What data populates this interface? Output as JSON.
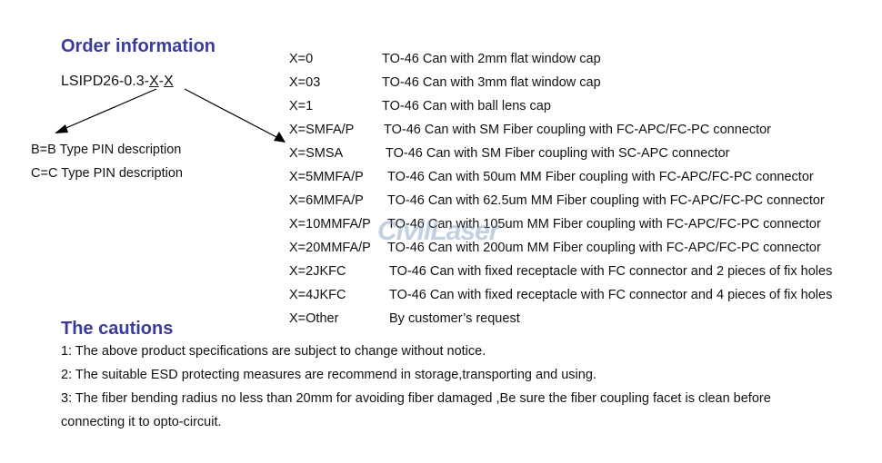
{
  "order": {
    "title": "Order information",
    "part_prefix": "LSIPD26-0.3-",
    "part_x1": "X",
    "part_sep": "-",
    "part_x2": "X",
    "types": [
      "B=B Type PIN description",
      "C=C Type PIN description"
    ],
    "options": [
      {
        "code": "X=0",
        "desc": "TO-46 Can with 2mm flat window cap"
      },
      {
        "code": "X=03",
        "desc": "TO-46 Can with 3mm flat window cap"
      },
      {
        "code": "X=1",
        "desc": "TO-46 Can with ball lens cap"
      },
      {
        "code": "X=SMFA/P",
        "desc": "TO-46 Can with SM Fiber coupling with FC-APC/FC-PC connector"
      },
      {
        "code": "X=SMSA",
        "desc": "TO-46 Can with SM Fiber coupling with SC-APC connector"
      },
      {
        "code": "X=5MMFA/P",
        "desc": "TO-46 Can with 50um MM Fiber coupling with FC-APC/FC-PC connector"
      },
      {
        "code": "X=6MMFA/P",
        "desc": "TO-46 Can with 62.5um MM Fiber coupling with FC-APC/FC-PC connector"
      },
      {
        "code": "X=10MMFA/P",
        "desc": "TO-46 Can with 105um MM Fiber coupling with FC-APC/FC-PC connector"
      },
      {
        "code": "X=20MMFA/P",
        "desc": "TO-46 Can with 200um MM Fiber coupling with FC-APC/FC-PC connector"
      },
      {
        "code": "X=2JKFC",
        "desc": "TO-46 Can with fixed receptacle with FC connector and 2 pieces of fix holes"
      },
      {
        "code": "X=4JKFC",
        "desc": "TO-46 Can with fixed receptacle with FC connector and 4 pieces of fix holes"
      },
      {
        "code": "X=Other",
        "desc": "By customer’s request"
      }
    ]
  },
  "cautions": {
    "title": "The cautions",
    "lines": [
      "1: The above product specifications are subject to change without notice.",
      "2: The suitable ESD protecting measures are recommend in storage,transporting and using.",
      "3: The fiber bending radius no less than 20mm for avoiding fiber damaged ,Be sure the fiber coupling facet is clean before",
      "connecting it to opto-circuit."
    ]
  },
  "watermark": "CivilLaser"
}
